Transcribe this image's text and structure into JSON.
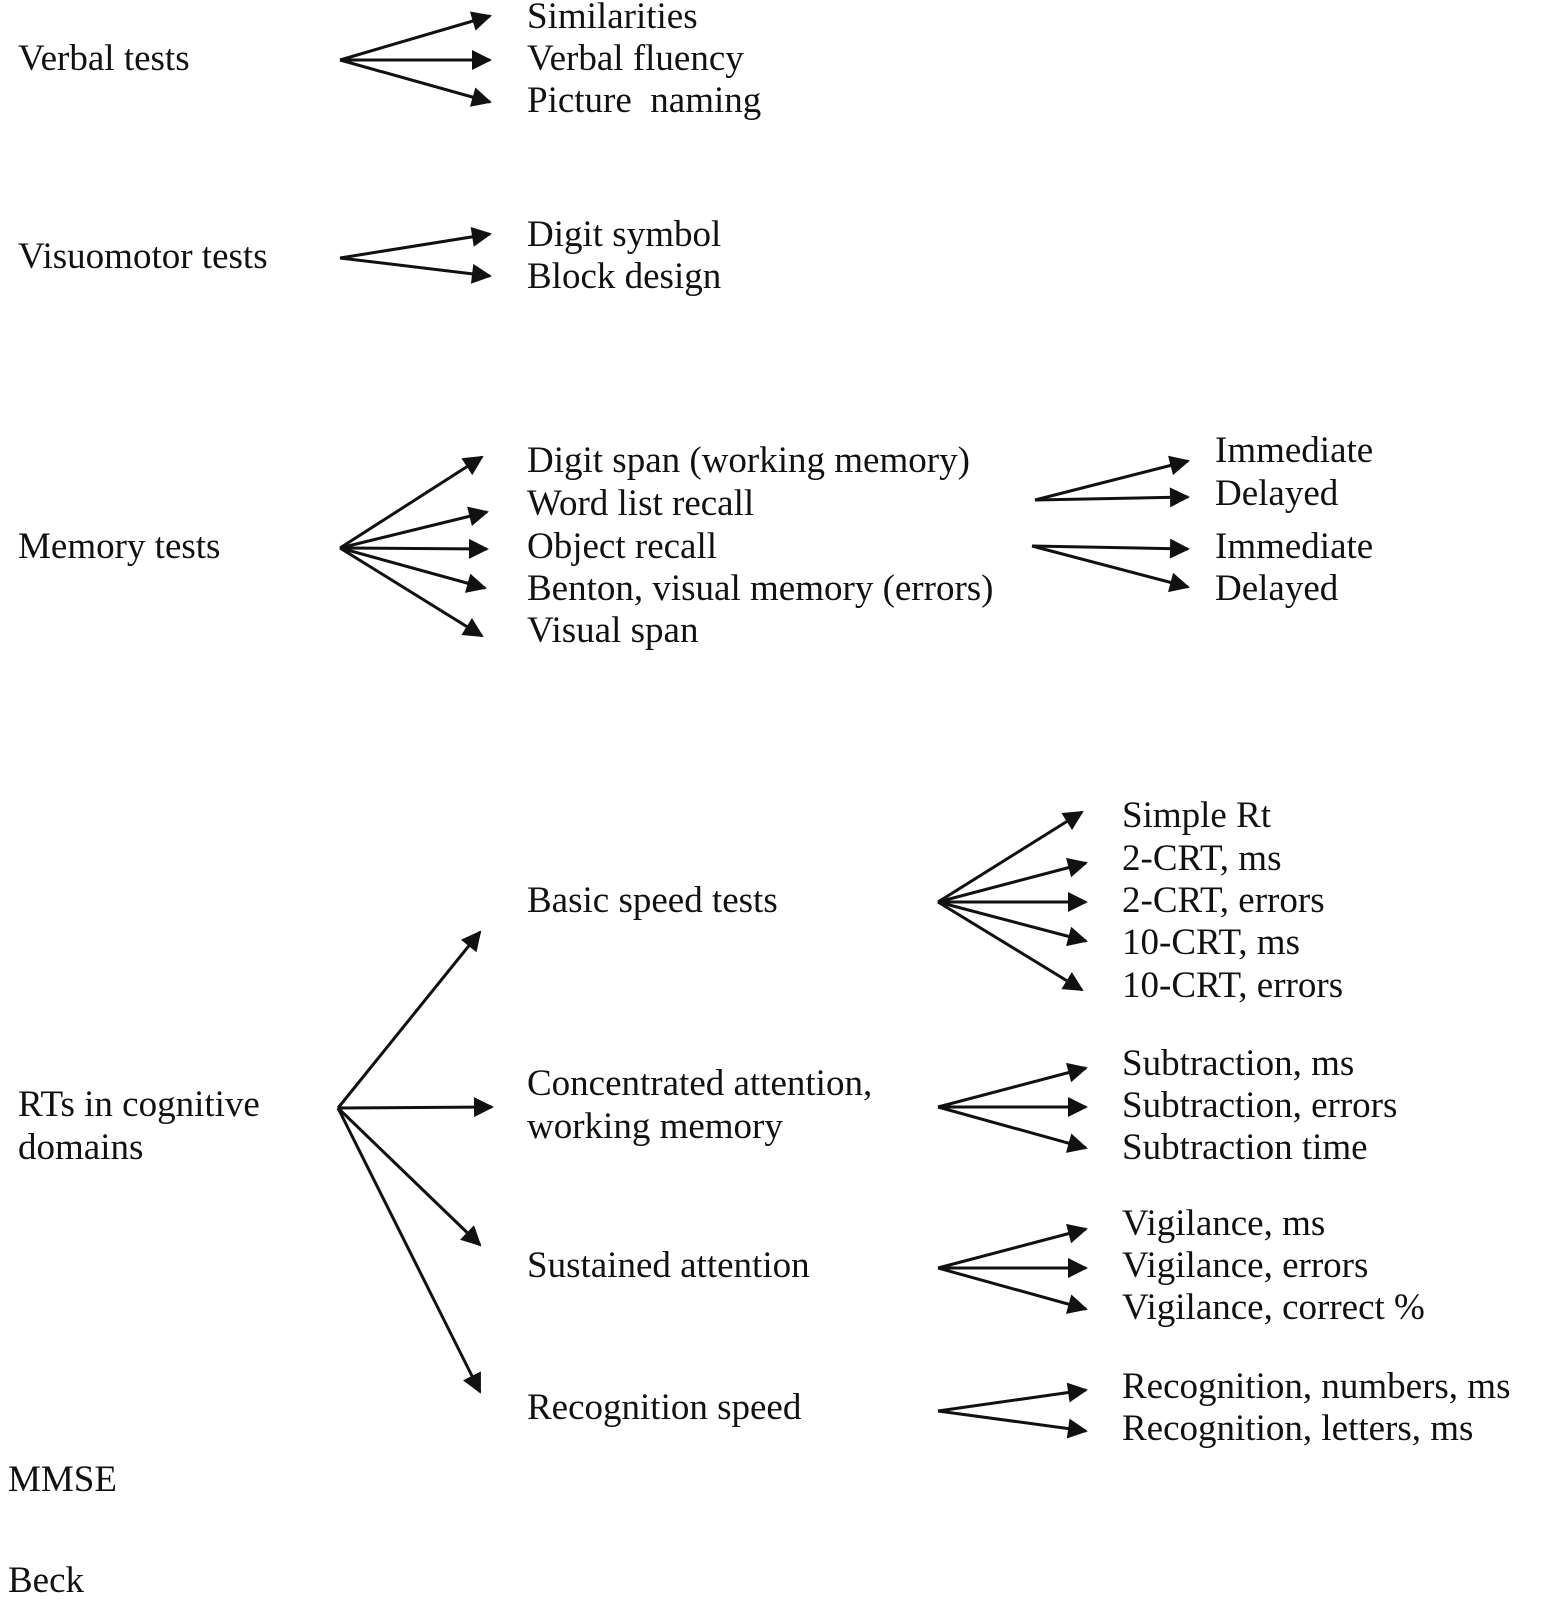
{
  "groups": {
    "verbal": {
      "label": "Verbal tests",
      "items": [
        "Similarities",
        "Verbal fluency",
        "Picture  naming"
      ]
    },
    "visuomotor": {
      "label": "Visuomotor tests",
      "items": [
        "Digit symbol",
        "Block design"
      ]
    },
    "memory": {
      "label": "Memory tests",
      "items": [
        "Digit span (working memory)",
        "Word list recall",
        "Object recall",
        "Benton, visual memory (errors)",
        "Visual span"
      ],
      "word_list_sub": [
        "Immediate",
        "Delayed"
      ],
      "object_recall_sub": [
        "Immediate",
        "Delayed"
      ]
    },
    "rts": {
      "label_line1": "RTs in cognitive",
      "label_line2": "domains",
      "basic": {
        "label": "Basic speed tests",
        "items": [
          "Simple Rt",
          "2-CRT, ms",
          "2-CRT, errors",
          "10-CRT, ms",
          "10-CRT, errors"
        ]
      },
      "concentrated": {
        "label_line1": "Concentrated attention,",
        "label_line2": "working memory",
        "items": [
          "Subtraction, ms",
          "Subtraction, errors",
          "Subtraction time"
        ]
      },
      "sustained": {
        "label": "Sustained attention",
        "items": [
          "Vigilance, ms",
          "Vigilance, errors",
          "Vigilance, correct %"
        ]
      },
      "recognition": {
        "label": "Recognition speed",
        "items": [
          "Recognition, numbers, ms",
          "Recognition, letters, ms"
        ]
      }
    }
  },
  "standalone": {
    "mmse": "MMSE",
    "beck": "Beck"
  },
  "colors": {
    "ink": "#111111",
    "background": "#ffffff"
  }
}
